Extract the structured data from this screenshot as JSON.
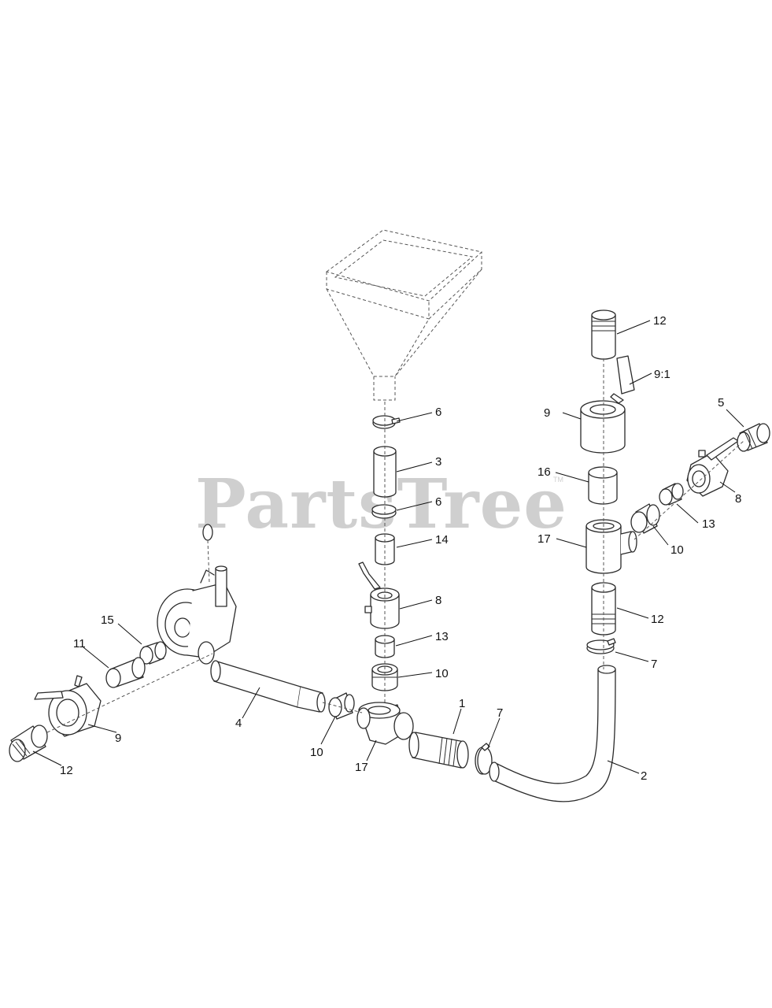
{
  "watermark": {
    "text": "PartsTree",
    "tm": "TM"
  },
  "callouts": {
    "c12_top": "12",
    "c9_1": "9:1",
    "c9_right": "9",
    "c5": "5",
    "c6_a": "6",
    "c3": "3",
    "c16": "16",
    "c6_b": "6",
    "c8_right": "8",
    "c14": "14",
    "c17_right": "17",
    "c13_right": "13",
    "c10_right": "10",
    "c8_center": "8",
    "c12_right": "12",
    "c15": "15",
    "c13_center": "13",
    "c11": "11",
    "c7_right": "7",
    "c10_center": "10",
    "c1": "1",
    "c7_bottom": "7",
    "c4": "4",
    "c9_left": "9",
    "c10_bottom": "10",
    "c2": "2",
    "c17_bottom": "17",
    "c12_left": "12"
  }
}
